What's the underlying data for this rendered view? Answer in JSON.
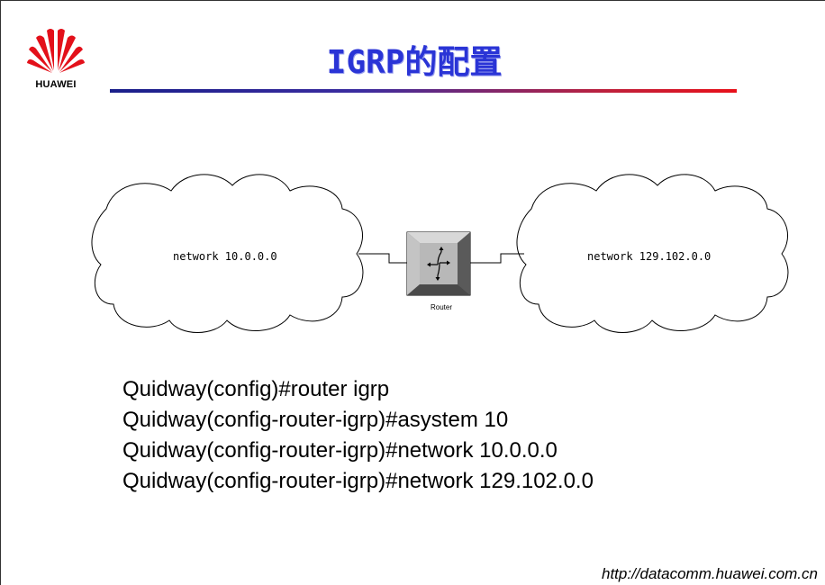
{
  "brand": {
    "name": "HUAWEI"
  },
  "slide": {
    "title": "IGRP的配置"
  },
  "diagram": {
    "left_network": "network 10.0.0.0",
    "right_network": "network 129.102.0.0",
    "router_label": "Router"
  },
  "commands": [
    "Quidway(config)#router igrp",
    "Quidway(config-router-igrp)#asystem 10",
    "Quidway(config-router-igrp)#network 10.0.0.0",
    "Quidway(config-router-igrp)#network 129.102.0.0"
  ],
  "footer": {
    "url": "http://datacomm.huawei.com.cn"
  },
  "colors": {
    "title": "#2a34d6",
    "logo": "#e3101a",
    "rule_start": "#1a1f8a",
    "rule_end": "#e8101a"
  },
  "icons": {
    "logo": "huawei-logo-icon",
    "router": "router-icon",
    "cloud": "cloud-icon"
  }
}
